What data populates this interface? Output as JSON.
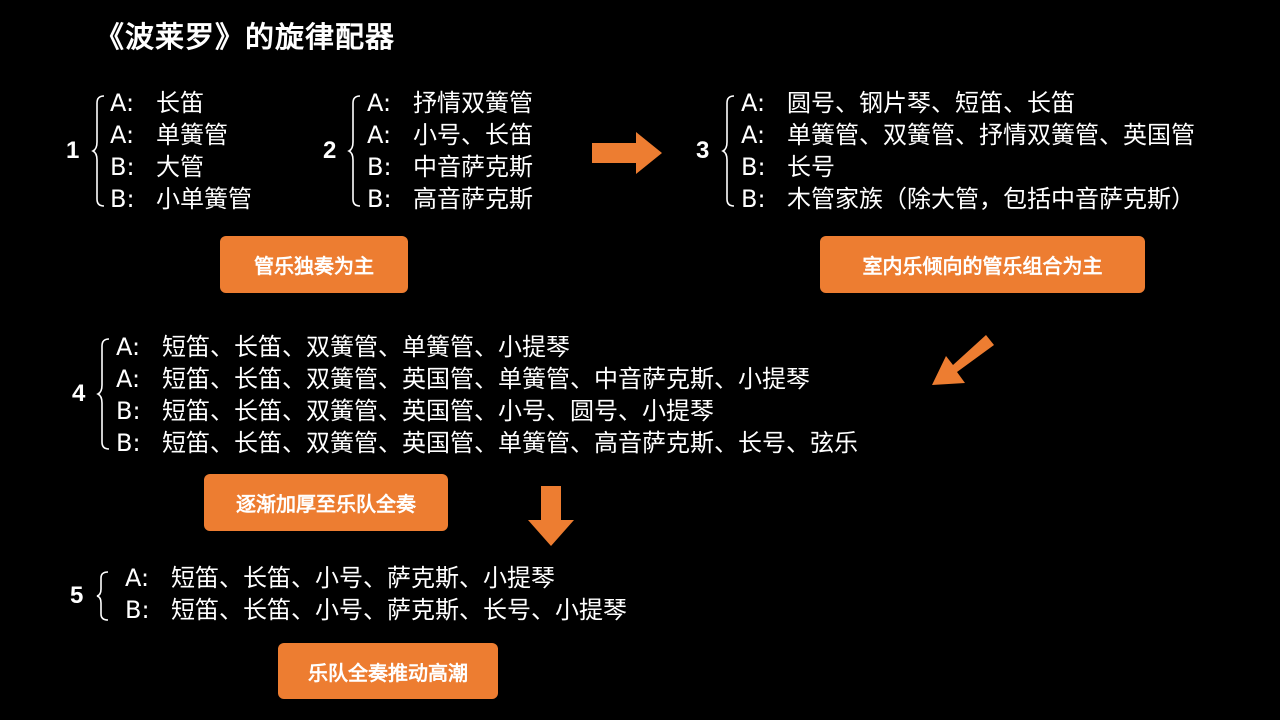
{
  "title": "《波莱罗》的旋律配器",
  "accent_color": "#ED7D31",
  "groups": [
    {
      "number": "1",
      "items": [
        {
          "label": "A:",
          "text": "长笛"
        },
        {
          "label": "A:",
          "text": "单簧管"
        },
        {
          "label": "B:",
          "text": "大管"
        },
        {
          "label": "B:",
          "text": "小单簧管"
        }
      ]
    },
    {
      "number": "2",
      "items": [
        {
          "label": "A:",
          "text": "抒情双簧管"
        },
        {
          "label": "A:",
          "text": "小号、长笛"
        },
        {
          "label": "B:",
          "text": "中音萨克斯"
        },
        {
          "label": "B:",
          "text": "高音萨克斯"
        }
      ]
    },
    {
      "number": "3",
      "items": [
        {
          "label": "A:",
          "text": "圆号、钢片琴、短笛、长笛"
        },
        {
          "label": "A:",
          "text": "单簧管、双簧管、抒情双簧管、英国管"
        },
        {
          "label": "B:",
          "text": "长号"
        },
        {
          "label": "B:",
          "text": "木管家族（除大管，包括中音萨克斯）"
        }
      ]
    },
    {
      "number": "4",
      "items": [
        {
          "label": "A:",
          "text": "短笛、长笛、双簧管、单簧管、小提琴"
        },
        {
          "label": "A:",
          "text": "短笛、长笛、双簧管、英国管、单簧管、中音萨克斯、小提琴"
        },
        {
          "label": "B:",
          "text": "短笛、长笛、双簧管、英国管、小号、圆号、小提琴"
        },
        {
          "label": "B:",
          "text": "短笛、长笛、双簧管、英国管、单簧管、高音萨克斯、长号、弦乐"
        }
      ]
    },
    {
      "number": "5",
      "items": [
        {
          "label": "A:",
          "text": "短笛、长笛、小号、萨克斯、小提琴"
        },
        {
          "label": "B:",
          "text": "短笛、长笛、小号、萨克斯、长号、小提琴"
        }
      ]
    }
  ],
  "tags": [
    "管乐独奏为主",
    "室内乐倾向的管乐组合为主",
    "逐渐加厚至乐队全奏",
    "乐队全奏推动高潮"
  ],
  "arrows": [
    "arrow-right-icon",
    "arrow-down-left-icon",
    "arrow-down-icon"
  ]
}
